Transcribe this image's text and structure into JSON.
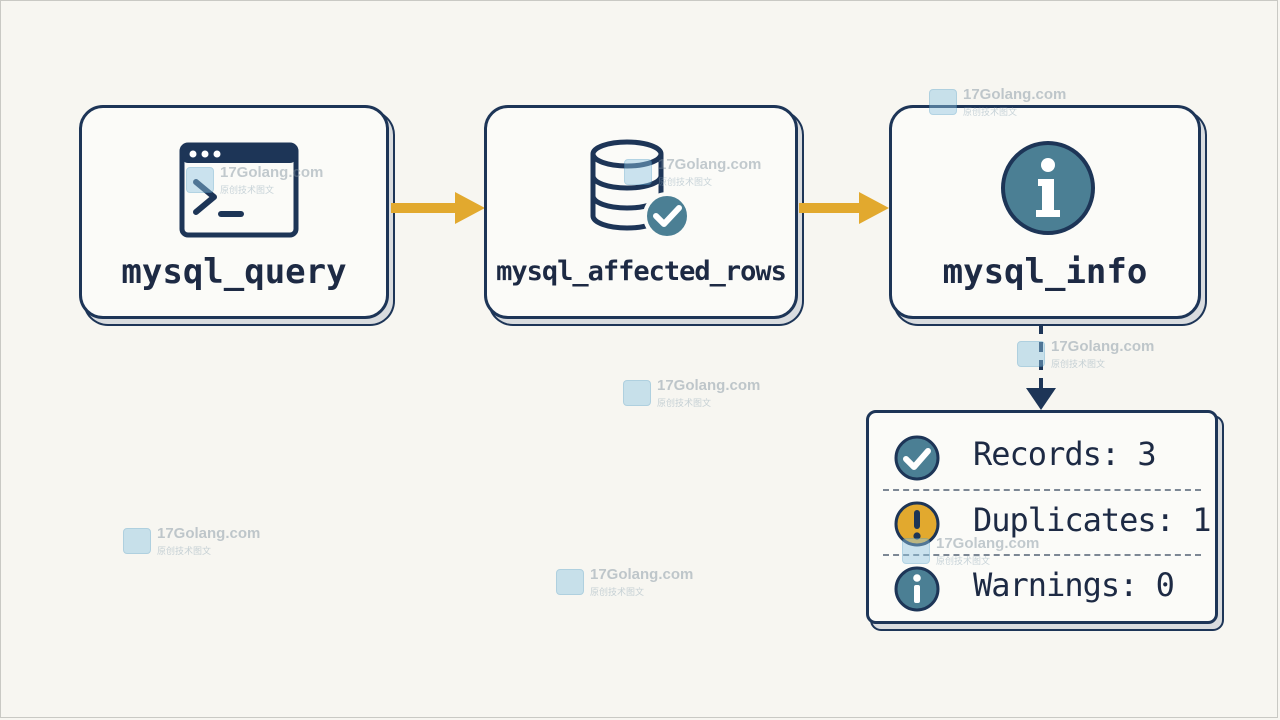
{
  "nodes": {
    "query": {
      "label": "mysql_query",
      "icon": "terminal-icon"
    },
    "affected": {
      "label": "mysql_affected_rows",
      "icon": "database-check-icon"
    },
    "info": {
      "label": "mysql_info",
      "icon": "info-icon"
    }
  },
  "info_panel": {
    "rows": [
      {
        "label": "Records: 3",
        "icon": "check-circle-icon",
        "color": "#4b7f94"
      },
      {
        "label": "Duplicates: 1",
        "icon": "warning-circle-icon",
        "color": "#e2a92e"
      },
      {
        "label": "Warnings: 0",
        "icon": "info-circle-icon",
        "color": "#4b7f94"
      }
    ]
  },
  "colors": {
    "outline": "#1d3557",
    "accent_teal": "#4b7f94",
    "arrow_gold": "#e2a92e",
    "background": "#f7f6f1"
  },
  "watermark": {
    "text": "17Golang.com",
    "subtext": "原创技术图文"
  }
}
